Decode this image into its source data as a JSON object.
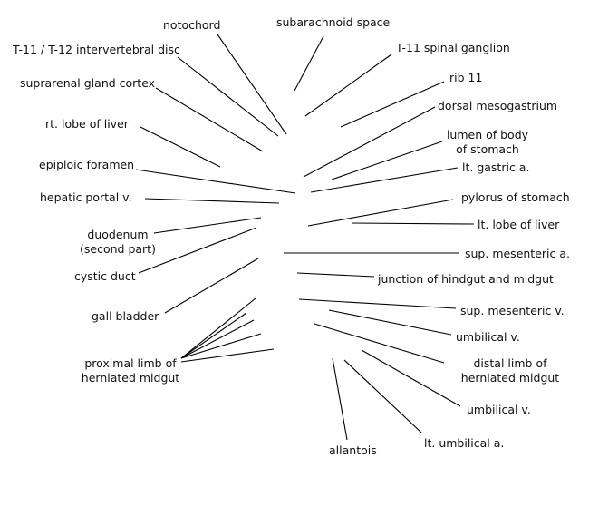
{
  "diagram": {
    "labels": {
      "notochord": "notochord",
      "subarachnoid_space": "subarachnoid space",
      "intervertebral_disc": "T-11 / T-12 intervertebral disc",
      "spinal_ganglion": "T-11 spinal ganglion",
      "suprarenal_cortex": "suprarenal gland cortex",
      "rib_11": "rib 11",
      "dorsal_mesogastrium": "dorsal mesogastrium",
      "rt_lobe_liver": "rt. lobe of liver",
      "lumen_stomach_1": "lumen of body",
      "lumen_stomach_2": "of stomach",
      "epiploic_foramen": "epiploic foramen",
      "lt_gastric": "lt. gastric a.",
      "hepatic_portal": "hepatic portal v.",
      "pylorus": "pylorus of stomach",
      "lt_lobe_liver": "lt. lobe of liver",
      "duodenum_1": "duodenum",
      "duodenum_2": "(second part)",
      "sup_mesenteric_a": "sup. mesenteric a.",
      "cystic_duct": "cystic duct",
      "hindgut_midgut": "junction of hindgut and midgut",
      "gall_bladder": "gall bladder",
      "sup_mesenteric_v": "sup. mesenteric v.",
      "umbilical_v_1": "umbilical v.",
      "proximal_1": "proximal limb of",
      "proximal_2": "herniated midgut",
      "distal_1": "distal limb of",
      "distal_2": "herniated midgut",
      "umbilical_v_2": "umbilical v.",
      "lt_umbilical_a": "lt. umbilical a.",
      "allantois": "allantois"
    }
  }
}
